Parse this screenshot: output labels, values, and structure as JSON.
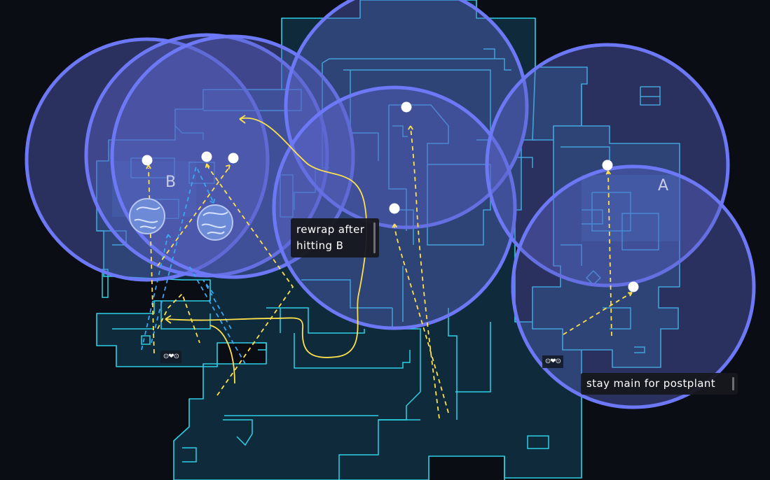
{
  "map": {
    "sites": [
      {
        "id": "b",
        "label": "B"
      },
      {
        "id": "a",
        "label": "A"
      }
    ],
    "notes": [
      {
        "id": "rewrap",
        "lines": [
          "rewrap after",
          "hitting B"
        ]
      },
      {
        "id": "main",
        "text": "stay main for postplant"
      }
    ],
    "spawn_icon_label": "⊙❤⊙",
    "colors": {
      "background": "#0a0d14",
      "walls": "#2fd0e6",
      "floor": "#0f2a3a",
      "smoke_fill": "#5a63c8",
      "smoke_ring": "#6c78f5",
      "route_yellow": "#ffe14d",
      "route_blue": "#3aa6f0",
      "player_dot": "#ffffff",
      "note_bg": "#16181e"
    },
    "counts": {
      "smokes": 7,
      "orbs": 2,
      "player_markers": 7
    }
  }
}
